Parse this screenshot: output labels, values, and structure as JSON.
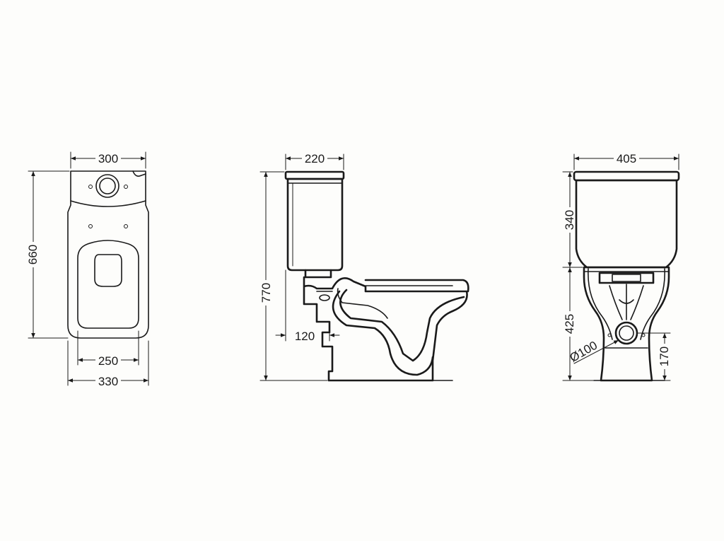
{
  "views": {
    "top": {
      "dimensions": {
        "width_top": "300",
        "depth": "660",
        "seat_width": "250",
        "width_bottom": "330"
      }
    },
    "side": {
      "dimensions": {
        "tank_depth": "220",
        "height": "770",
        "outlet_offset": "120"
      }
    },
    "front": {
      "dimensions": {
        "width": "405",
        "tank_height": "340",
        "bowl_height": "425",
        "outlet_diameter": "Ø100",
        "outlet_height": "170"
      }
    }
  },
  "colors": {
    "line": "#1a1a1a",
    "background": "#fdfdfb"
  }
}
